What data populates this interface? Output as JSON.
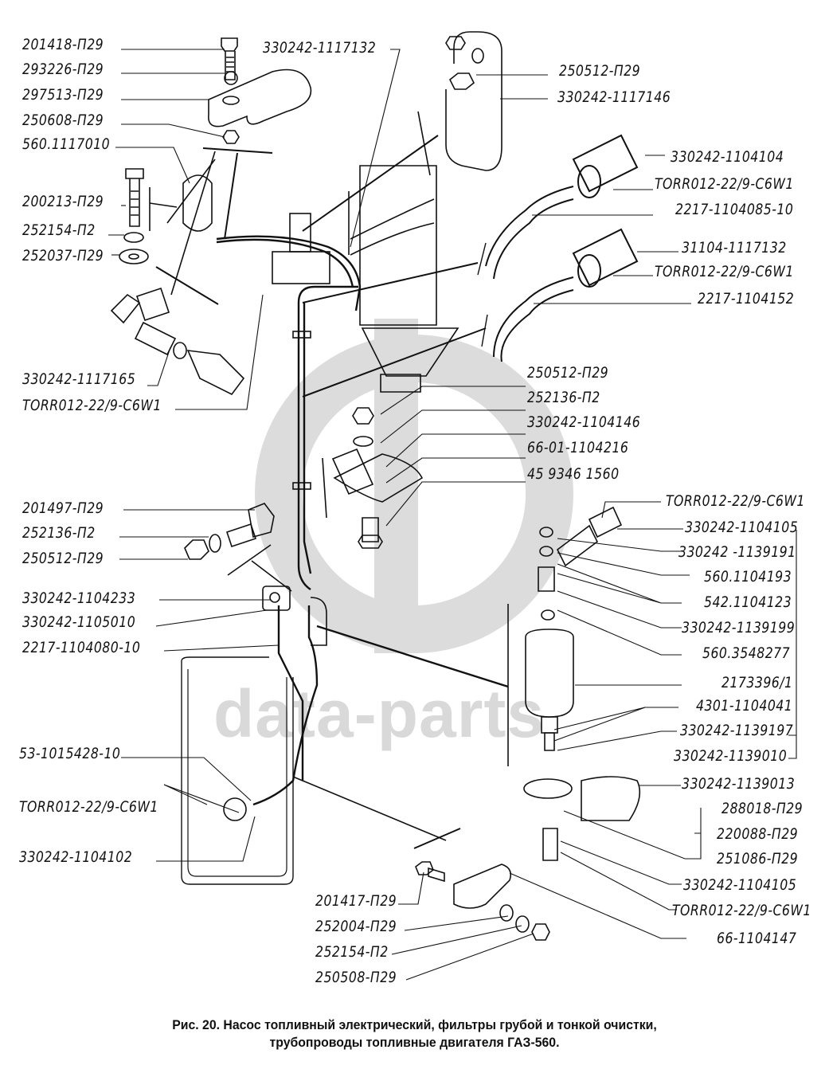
{
  "watermark": {
    "text": "data-parts",
    "color": "#d6d6d6"
  },
  "caption": {
    "line1": "Рис. 20. Насос топливный электрический, фильтры грубой и тонкой очистки,",
    "line2": "трубопроводы топливные двигателя ГАЗ-560."
  },
  "labels": {
    "left": [
      "201418-П29",
      "293226-П29",
      "297513-П29",
      "250608-П29",
      "560.1117010",
      "200213-П29",
      "252154-П2",
      "252037-П29",
      "330242-1117165",
      "TORR012-22/9-C6W1",
      "201497-П29",
      "252136-П2",
      "250512-П29",
      "330242-1104233",
      "330242-1105010",
      "2217-1104080-10",
      "53-1015428-10",
      "TORR012-22/9-C6W1",
      "330242-1104102"
    ],
    "top_center": "330242-1117132",
    "right_top": [
      "250512-П29",
      "330242-1117146",
      "330242-1104104",
      "TORR012-22/9-C6W1",
      "2217-1104085-10",
      "31104-1117132",
      "TORR012-22/9-C6W1",
      "2217-1104152"
    ],
    "center": [
      "250512-П29",
      "252136-П2",
      "330242-1104146",
      "66-01-1104216",
      "45 9346 1560"
    ],
    "right_filter": [
      "TORR012-22/9-C6W1",
      "330242-1104105",
      "330242 -1139191",
      "560.1104193",
      "542.1104123",
      "330242-1139199",
      "560.3548277",
      "2173396/1",
      "4301-1104041",
      "330242-1139197",
      "330242-1139010",
      "330242-1139013",
      "288018-П29",
      "220088-П29",
      "251086-П29",
      "330242-1104105",
      "TORR012-22/9-C6W1",
      "66-1104147"
    ],
    "bottom_center": [
      "201417-П29",
      "252004-П29",
      "252154-П2",
      "250508-П29"
    ]
  }
}
